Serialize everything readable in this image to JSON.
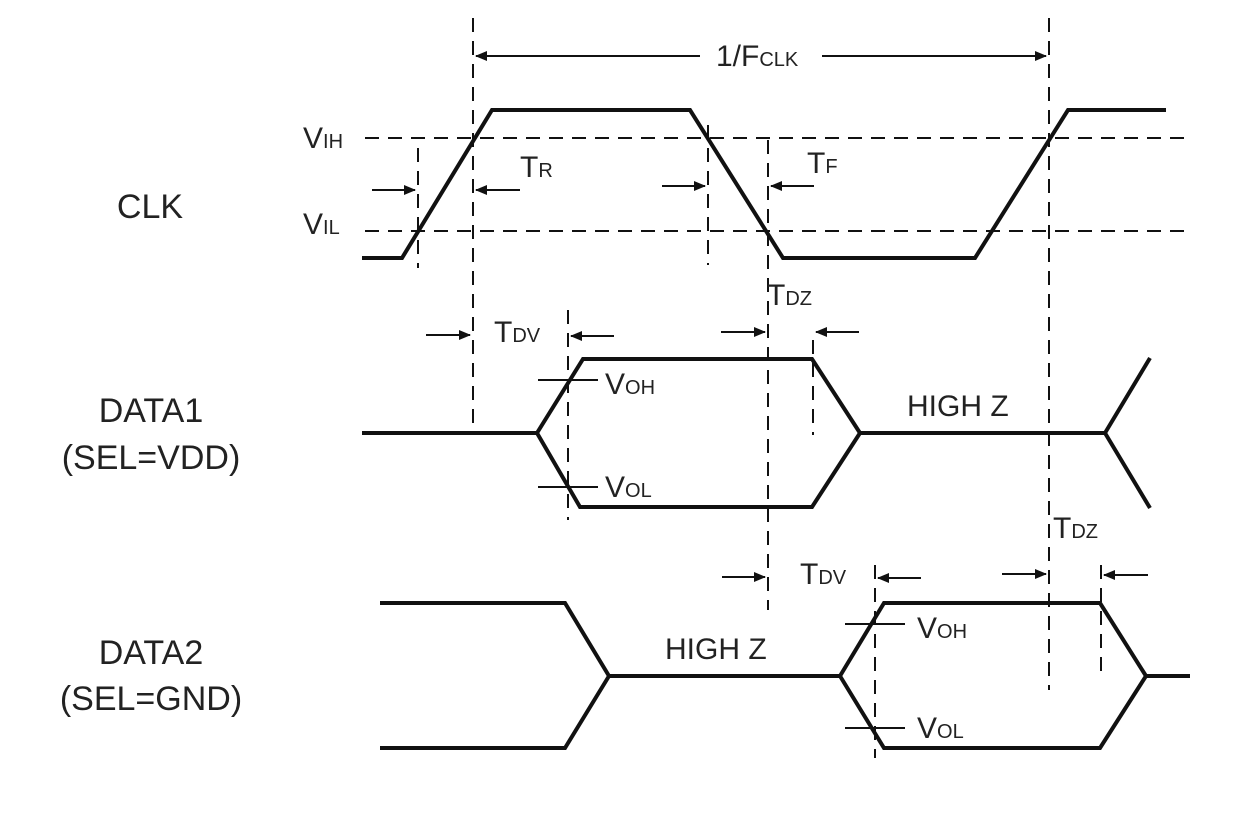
{
  "signals": {
    "clk": "CLK",
    "data1_line1": "DATA1",
    "data1_line2": "(SEL=VDD)",
    "data2_line1": "DATA2",
    "data2_line2": "(SEL=GND)"
  },
  "period": {
    "main": "1/F",
    "sub": "CLK"
  },
  "levels": {
    "vih": {
      "main": "V",
      "sub": "IH"
    },
    "vil": {
      "main": "V",
      "sub": "IL"
    },
    "voh": {
      "main": "V",
      "sub": "OH"
    },
    "vol": {
      "main": "V",
      "sub": "OL"
    }
  },
  "timing": {
    "tr": {
      "main": "T",
      "sub": "R"
    },
    "tf": {
      "main": "T",
      "sub": "F"
    },
    "tdv": {
      "main": "T",
      "sub": "DV"
    },
    "tdz": {
      "main": "T",
      "sub": "DZ"
    }
  },
  "states": {
    "high_z": "HIGH Z"
  }
}
